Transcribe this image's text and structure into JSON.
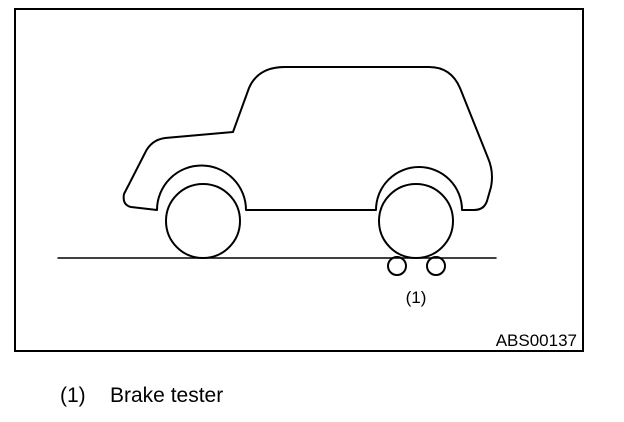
{
  "diagram": {
    "callout_label": "(1)",
    "figure_code": "ABS00137"
  },
  "legend": {
    "items": [
      {
        "number": "(1)",
        "text": "Brake tester"
      }
    ]
  },
  "colors": {
    "stroke": "#000000",
    "background": "#ffffff"
  }
}
